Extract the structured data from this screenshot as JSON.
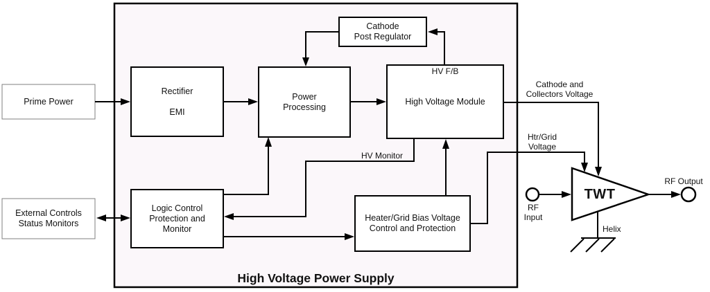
{
  "diagram": {
    "title": "High Voltage Power Supply",
    "colors": {
      "container_fill": "#FBF7FA",
      "line": "#000000",
      "box_fill": "#FFFFFF",
      "thin_border": "#7f7f7f"
    },
    "boxes": {
      "prime_power": "Prime Power",
      "external_controls": "External Controls\nStatus Monitors",
      "rectifier_emi": "Rectifier\n\nEMI",
      "power_processing": "Power\nProcessing",
      "cathode_post_regulator": "Cathode\nPost Regulator",
      "high_voltage_module": "High Voltage Module",
      "logic_control": "Logic Control\nProtection and\nMonitor",
      "heater_grid_bias": "Heater/Grid Bias Voltage\nControl and Protection"
    },
    "labels": {
      "hv_fb": "HV F/B",
      "hv_monitor": "HV Monitor",
      "cathode_collectors_voltage": "Cathode and\nCollectors Voltage",
      "htr_grid_voltage": "Htr/Grid\nVoltage",
      "rf_input": "RF\nInput",
      "rf_output": "RF Output",
      "twt": "TWT",
      "helix": "Helix"
    }
  }
}
